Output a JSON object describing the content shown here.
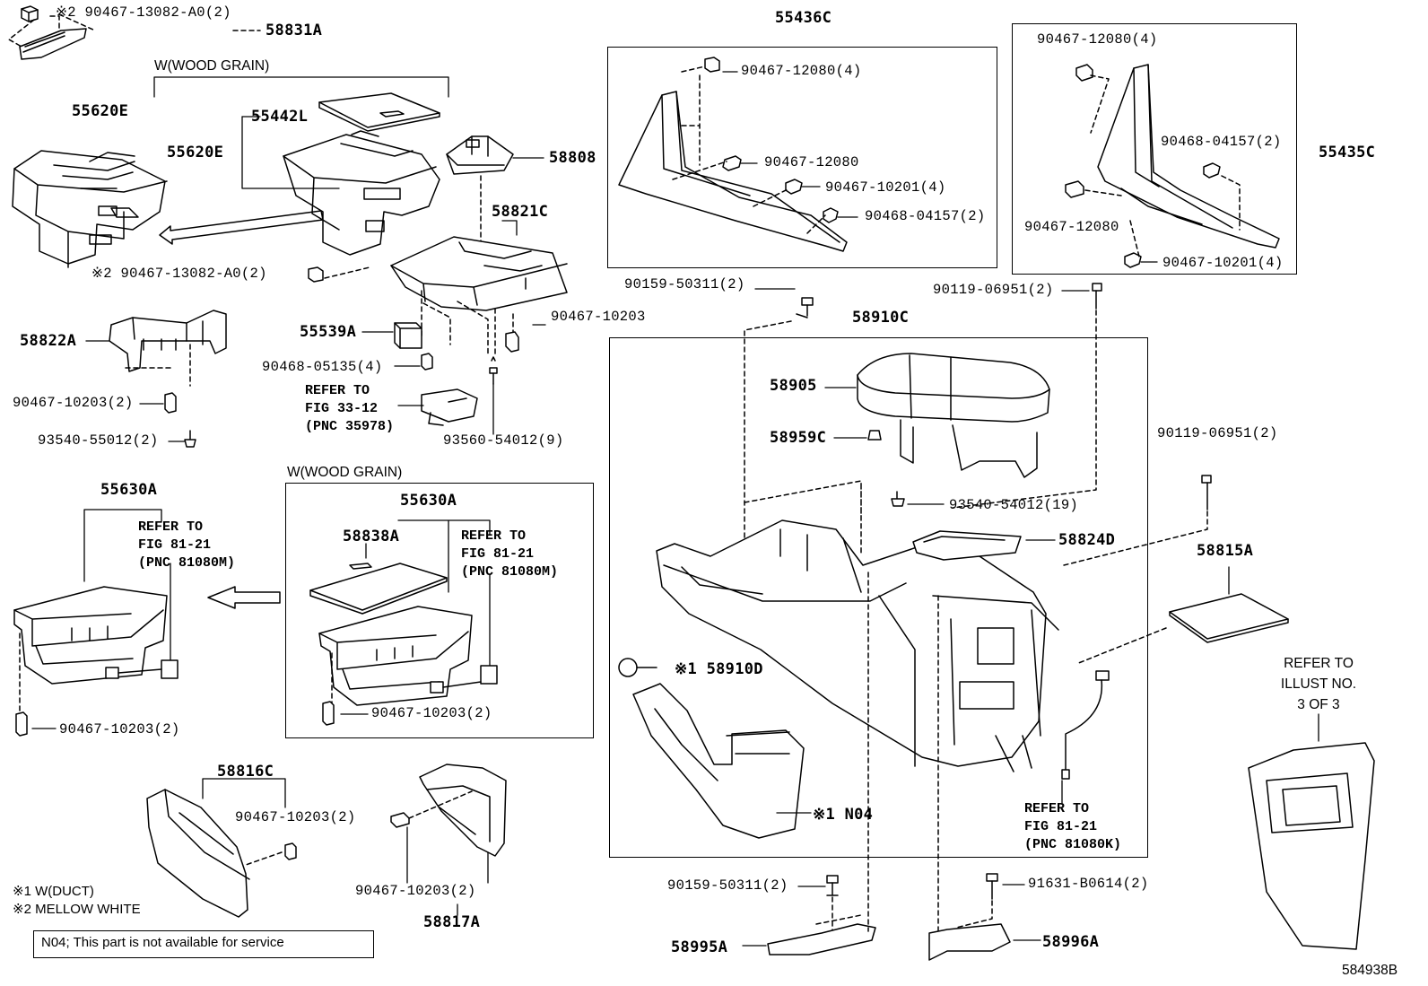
{
  "diagram_id": "584938B",
  "labels": {
    "p58831A": "58831A",
    "p90467_13082_top": "※2 90467-13082-A0(2)",
    "wood_grain_1": "W(WOOD GRAIN)",
    "p55620E_a": "55620E",
    "p55620E_b": "55620E",
    "p55442L": "55442L",
    "p58808": "58808",
    "p58821C": "58821C",
    "p90467_13082_mid": "※2 90467-13082-A0(2)",
    "p58822A": "58822A",
    "p55539A": "55539A",
    "p90467_10203_a": "90467-10203",
    "p90468_05135": "90468-05135(4)",
    "ref_fig33": "REFER TO\nFIG 33-12\n(PNC 35978)",
    "p90467_10203_b": "90467-10203(2)",
    "p93540_55012": "93540-55012(2)",
    "p93560_54012": "93560-54012(9)",
    "p55436C": "55436C",
    "p90467_12080_a": "90467-12080(4)",
    "p90467_12080_b": "90467-12080",
    "p90467_10201_a": "90467-10201(4)",
    "p90468_04157_a": "90468-04157(2)",
    "p55435C": "55435C",
    "p90467_12080_c": "90467-12080(4)",
    "p90468_04157_b": "90468-04157(2)",
    "p90467_12080_d": "90467-12080",
    "p90467_10201_b": "90467-10201(4)",
    "p90159_50311_a": "90159-50311(2)",
    "p90119_06951_a": "90119-06951(2)",
    "p58910C": "58910C",
    "p58905": "58905",
    "p58959C": "58959C",
    "p93540_54012": "93540-54012(19)",
    "p90119_06951_b": "90119-06951(2)",
    "p58824D": "58824D",
    "p58815A": "58815A",
    "p55630A_a": "55630A",
    "ref_fig81_a": "REFER TO\nFIG 81-21\n(PNC 81080M)",
    "p90467_10203_c": "90467-10203(2)",
    "wood_grain_2": "W(WOOD GRAIN)",
    "p55630A_b": "55630A",
    "p58838A": "58838A",
    "ref_fig81_b": "REFER TO\nFIG 81-21\n(PNC 81080M)",
    "p90467_10203_d": "90467-10203(2)",
    "p58910D": "※1 58910D",
    "pN04": "※1 N04",
    "ref_fig81_c": "REFER TO\nFIG 81-21\n(PNC 81080K)",
    "ref_illust": "REFER TO\nILLUST NO.\n3 OF 3",
    "p58816C": "58816C",
    "p90467_10203_e": "90467-10203(2)",
    "p90467_10203_f": "90467-10203(2)",
    "p58817A": "58817A",
    "p90159_50311_b": "90159-50311(2)",
    "p58995A": "58995A",
    "p91631_B0614": "91631-B0614(2)",
    "p58996A": "58996A",
    "note1": "※1 W(DUCT)",
    "note2": "※2 MELLOW WHITE",
    "n04_note": "N04;  This part is not available for service"
  }
}
